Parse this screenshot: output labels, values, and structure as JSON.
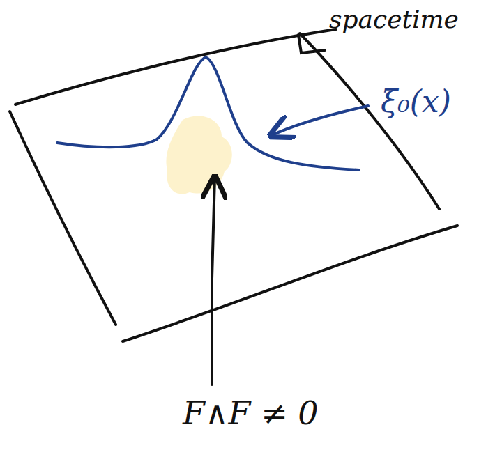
{
  "diagram": {
    "labels": [
      "spacetime",
      "ξ₀(x)",
      "F∧F ≠ 0"
    ]
  }
}
